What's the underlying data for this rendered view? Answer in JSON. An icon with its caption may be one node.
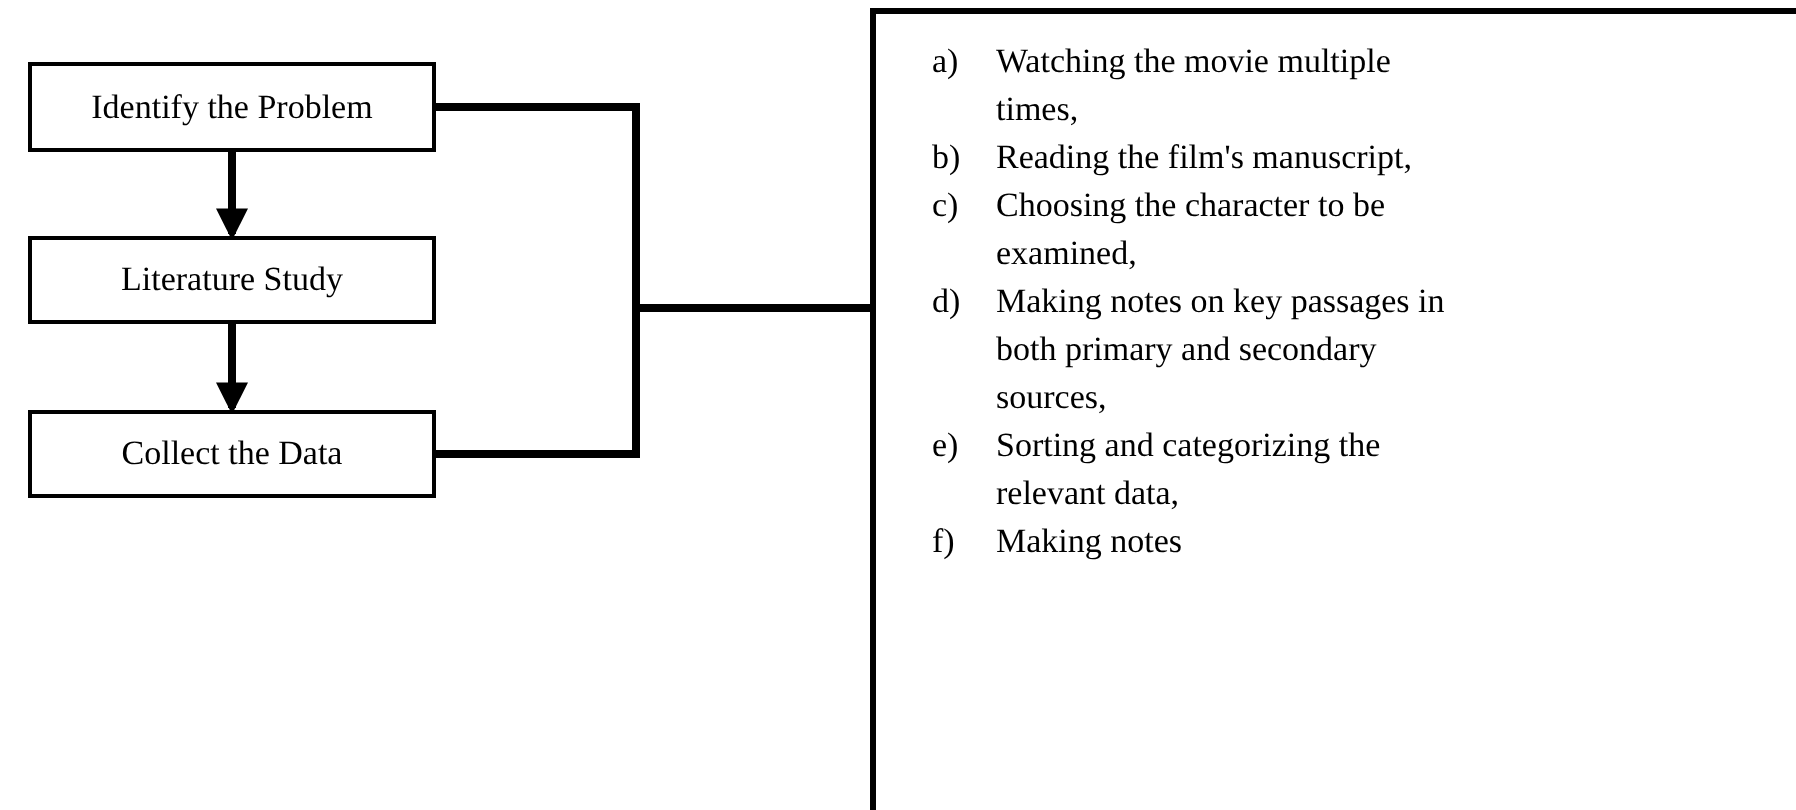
{
  "diagram": {
    "nodes": [
      {
        "text": [
          "Identify the Problem"
        ]
      },
      {
        "text": [
          "Literature Study"
        ]
      },
      {
        "text": [
          "Collect the Data"
        ]
      },
      {
        "text": [
          "a) Watching the movie multiple times,",
          "b) Reading the film's manuscript,",
          "c) Choosing the character to be examined,",
          "d) Making notes on key passages in both primary and secondary sources,",
          "e) Sorting and categorizing the relevant data,",
          "f) Making notes"
        ]
      }
    ],
    "edges": [
      {
        "from": 0,
        "to": 1,
        "arrow": "to"
      },
      {
        "from": 1,
        "to": 2,
        "arrow": "to"
      },
      {
        "from": 0,
        "to": 3,
        "arrow": "none"
      },
      {
        "from": 2,
        "to": 3,
        "arrow": "none"
      }
    ]
  }
}
